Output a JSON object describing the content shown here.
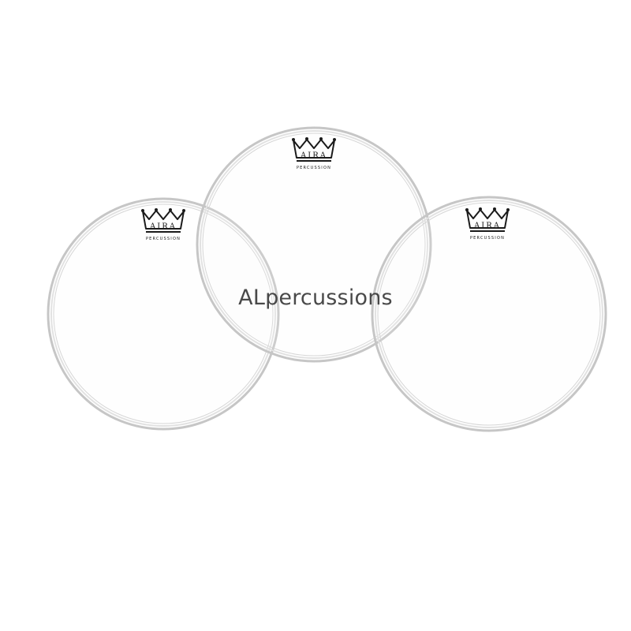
{
  "image": {
    "background_color": "#ffffff",
    "description_elements": [
      "drumhead-left",
      "drumhead-center",
      "drumhead-right"
    ]
  },
  "drumheads": [
    {
      "id": "left",
      "logo": {
        "brand": "AIRA",
        "subtitle": "PERCUSSION"
      }
    },
    {
      "id": "center",
      "logo": {
        "brand": "AIRA",
        "subtitle": "PERCUSSION"
      }
    },
    {
      "id": "right",
      "logo": {
        "brand": "AIRA",
        "subtitle": "PERCUSSION"
      }
    }
  ],
  "watermark": {
    "text": "ALpercussions"
  },
  "colors": {
    "rim_outer": "#c9c9c9",
    "rim_inner": "#e3e3e3",
    "logo": "#1a1a1a",
    "watermark": "#3a3a3a"
  }
}
